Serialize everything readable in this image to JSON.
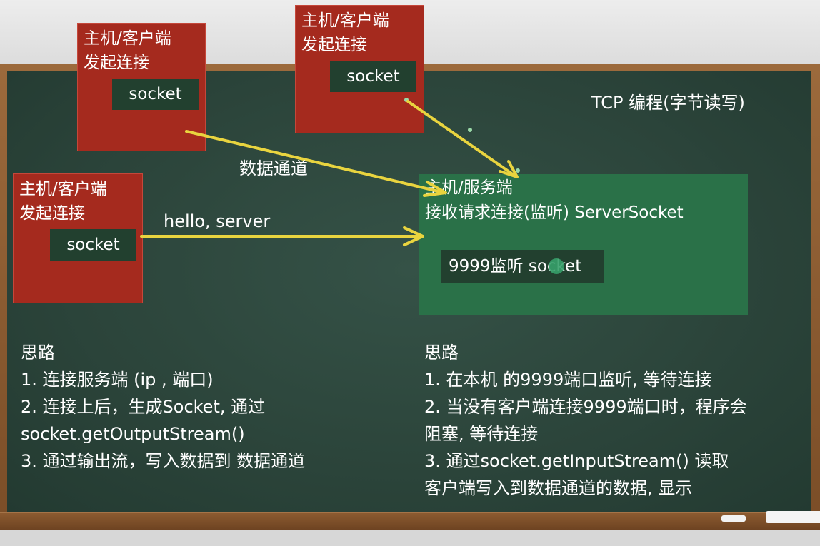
{
  "title": "TCP 编程(字节读写)",
  "clients": [
    {
      "line1": "主机/客户端",
      "line2": "发起连接",
      "socket": "socket"
    },
    {
      "line1": "主机/客户端",
      "line2": "发起连接",
      "socket": "socket"
    },
    {
      "line1": "主机/客户端",
      "line2": "发起连接",
      "socket": "socket"
    }
  ],
  "server": {
    "line1": "主机/服务端",
    "line2": "接收请求连接(监听) ServerSocket",
    "listen": "9999监听 socket"
  },
  "labels": {
    "channel": "数据通道",
    "message": "hello, server"
  },
  "client_notes": [
    "思路",
    "1. 连接服务端 (ip , 端口)",
    "2. 连接上后，生成Socket, 通过",
    "socket.getOutputStream()",
    "3. 通过输出流，写入数据到 数据通道"
  ],
  "server_notes": [
    "思路",
    "1. 在本机 的9999端口监听, 等待连接",
    "2. 当没有客户端连接9999端口时，程序会",
    "阻塞, 等待连接",
    "3. 通过socket.getInputStream() 读取",
    "客户端写入到数据通道的数据, 显示"
  ],
  "colors": {
    "board": "#2c453b",
    "client_box": "#a52a1e",
    "server_box": "#2a7148",
    "socket_box": "#22402f",
    "arrow": "#e9d43f"
  }
}
